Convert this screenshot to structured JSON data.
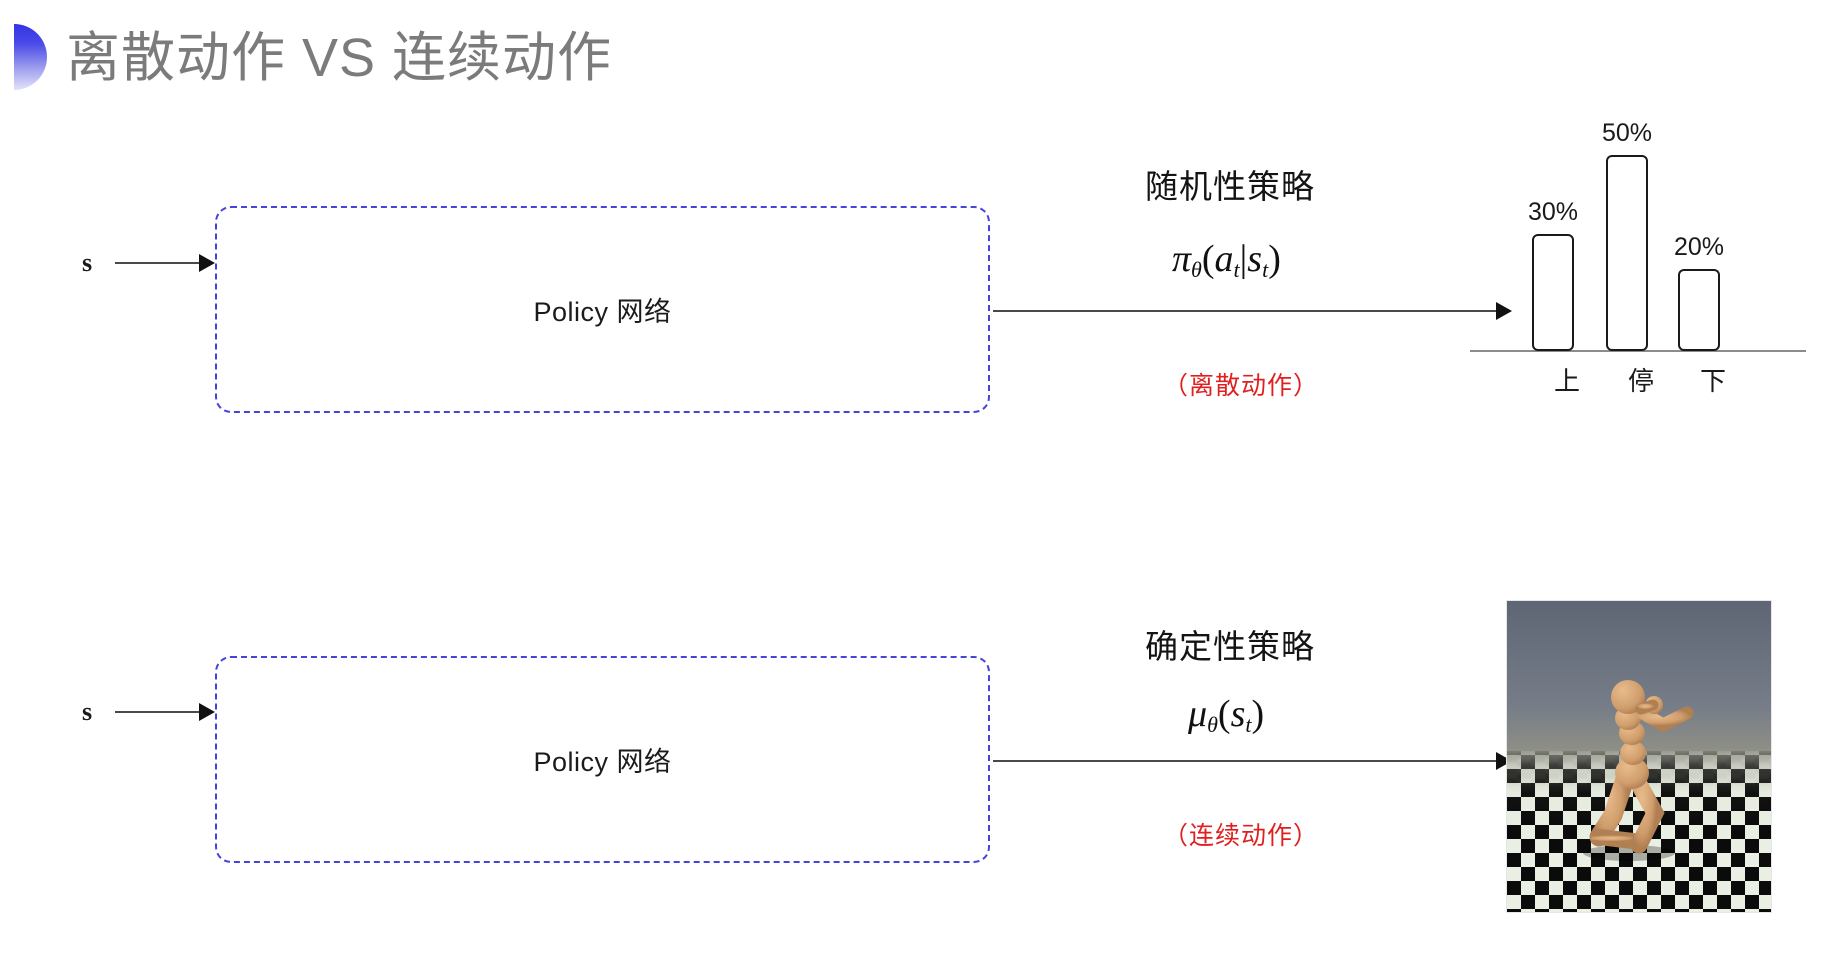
{
  "slide": {
    "title": "离散动作 VS 连续动作",
    "accent_color": "#3333e6",
    "note_color": "#e02020",
    "box_border_color": "#4444dd"
  },
  "rows": [
    {
      "state_label": "s",
      "box_label": "Policy 网络",
      "policy_kind": "随机性策略",
      "formula_plain": "πθ(at|st)",
      "action_note": "（离散动作）"
    },
    {
      "state_label": "s",
      "box_label": "Policy 网络",
      "policy_kind": "确定性策略",
      "formula_plain": "μθ(st)",
      "action_note": "（连续动作）"
    }
  ],
  "formula_parts": {
    "pi": "π",
    "mu": "μ",
    "theta": "θ",
    "open_paren": "(",
    "close_paren": ")",
    "a": "a",
    "s": "s",
    "t": "t",
    "bar": "|"
  },
  "chart_data": {
    "type": "bar",
    "title": "",
    "categories": [
      "上",
      "停",
      "下"
    ],
    "values": [
      30,
      50,
      20
    ],
    "value_labels": [
      "30%",
      "50%",
      "20%"
    ],
    "xlabel": "",
    "ylabel": "",
    "ylim": [
      0,
      60
    ],
    "grid": false,
    "legend": "none",
    "bar_fill": "#ffffff",
    "bar_stroke": "#1a1a1a"
  },
  "humanoid": {
    "caption": "",
    "sky_color": "#6b7482",
    "ground_haze": "#9a9a8e",
    "body_color": "#d9a877",
    "tile_light": "#e9efe2",
    "tile_dark": "#0b0b0b"
  }
}
